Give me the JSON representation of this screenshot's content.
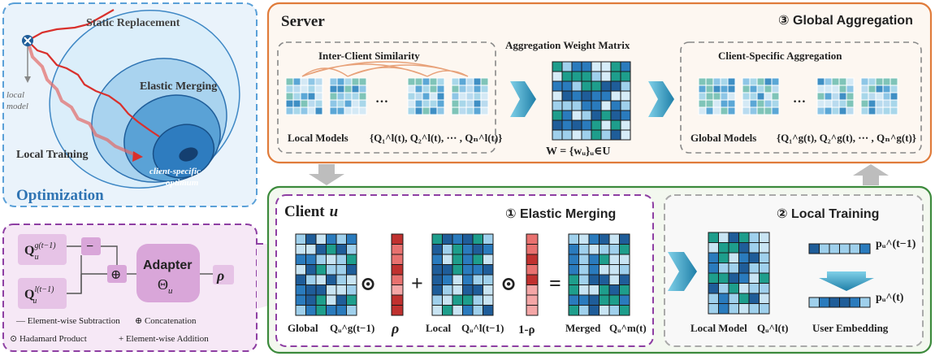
{
  "colors": {
    "server_border": "#e07b3a",
    "client_border": "#3c8a3c",
    "optim_border": "#5aa0d8",
    "adapter_border": "#8e3fa3",
    "arrow_teal": "#2f8fb3",
    "dark_blue": "#1f5d99",
    "light_blue": "#9fd0ec",
    "teal": "#1e9e8c",
    "red_traj": "#d9302c",
    "rho_dark": "#c0312f",
    "rho_light": "#f4a6a6"
  },
  "optimization": {
    "title": "Optimization",
    "static_replacement": "Static Replacement",
    "elastic_merging": "Elastic Merging",
    "local_training": "Local Training",
    "local_model_line1": "local",
    "local_model_line2": "model",
    "optimum_line1": "client-specific",
    "optimum_line2": "optimum"
  },
  "adapter_panel": {
    "input_global_sup": "g(t−1)",
    "input_local_sup": "l(t−1)",
    "input_base": "Q",
    "input_sub": "u",
    "minus_symbol": "−",
    "concat_symbol": "⊕",
    "adapter_label": "Adapter",
    "adapter_param": "Θ",
    "adapter_param_sub": "u",
    "output": "ρ",
    "legend_sub": "— Element-wise Subtraction",
    "legend_concat": "⊕ Concatenation",
    "legend_hadamard": "⊙ Hadamard Product",
    "legend_add": "+ Element-wise Addition"
  },
  "server": {
    "title": "Server",
    "step": "③ Global Aggregation",
    "similarity_label": "Inter-Client Similarity",
    "weight_matrix_label": "Aggregation Weight Matrix",
    "client_specific_label": "Client-Specific Aggregation",
    "ellipsis": "…",
    "local_models_label": "Local Models",
    "local_models_formula": "{Q₁^l(t), Q₂^l(t), ⋯ , Qₙ^l(t)}",
    "weight_formula": "W = {wᵤ}ᵤ∈U",
    "global_models_label": "Global Models",
    "global_models_formula": "{Q₁^g(t), Q₂^g(t), ⋯ , Qₙ^g(t)}"
  },
  "client": {
    "title": "Client",
    "title_var": "u",
    "step": "① Elastic Merging",
    "hadamard": "⊙",
    "plus": "+",
    "equals": "=",
    "global_label": "Global",
    "global_formula": "Qᵤ^g(t−1)",
    "rho_label": "ρ",
    "local_label": "Local",
    "local_formula": "Qᵤ^l(t−1)",
    "one_minus_rho_label": "1-ρ",
    "merged_label": "Merged",
    "merged_formula": "Qᵤ^m(t)"
  },
  "local_training": {
    "step": "② Local Training",
    "local_model_label": "Local Model",
    "local_model_formula": "Qᵤ^l(t)",
    "p_prev": "pᵤ^(t−1)",
    "p_curr": "pᵤ^(t)",
    "user_embedding_label": "User Embedding"
  }
}
